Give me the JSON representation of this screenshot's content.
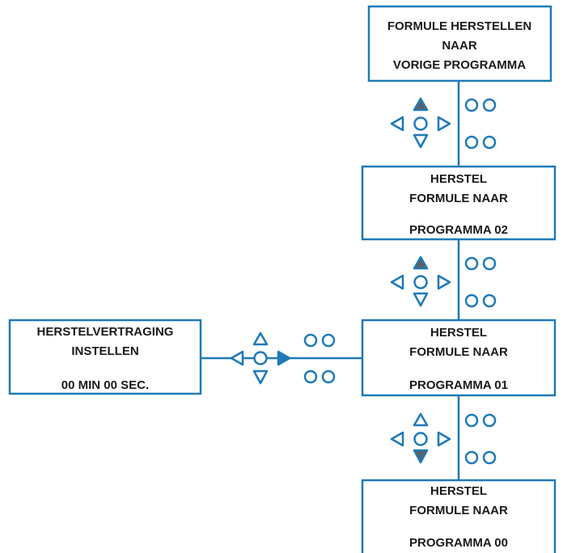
{
  "screens": {
    "restore_prev": {
      "line1": "FORMULE HERSTELLEN",
      "line2": "NAAR",
      "line3": "VORIGE PROGRAMMA"
    },
    "program_02": {
      "line1": "HERSTEL",
      "line2": "FORMULE NAAR",
      "line3": "PROGRAMMA 02"
    },
    "program_01": {
      "line1": "HERSTEL",
      "line2": "FORMULE NAAR",
      "line3": "PROGRAMMA 01"
    },
    "program_00": {
      "line1": "HERSTEL",
      "line2": "FORMULE NAAR",
      "line3": "PROGRAMMA 00"
    },
    "delay": {
      "line1": "HERSTELVERTRAGING",
      "line2": "INSTELLEN",
      "line3": "00 MIN 00 SEC."
    }
  },
  "keypads": {
    "kp1_pressed": "up",
    "kp2_pressed": "up",
    "kp3_pressed": "down",
    "kp4_pressed": "right"
  },
  "colors": {
    "line": "#1e7ab8",
    "pressed": "#5f5f5f",
    "text": "#1a1a1a"
  }
}
